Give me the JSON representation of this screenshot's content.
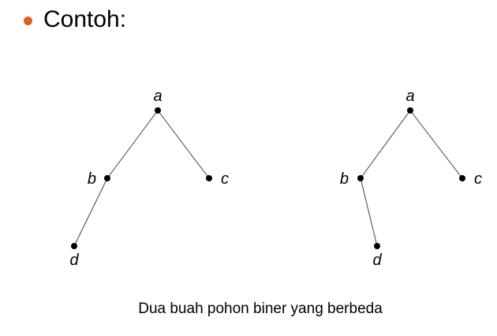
{
  "slide": {
    "heading": "Contoh:",
    "caption": "Dua buah pohon biner yang berbeda",
    "colors": {
      "bullet": "#e0601e",
      "text": "#000000",
      "edge": "#404040"
    }
  },
  "trees": [
    {
      "nodes": [
        {
          "id": "a",
          "label": "a"
        },
        {
          "id": "b",
          "label": "b"
        },
        {
          "id": "c",
          "label": "c"
        },
        {
          "id": "d",
          "label": "d"
        }
      ],
      "edges": [
        [
          "a",
          "b"
        ],
        [
          "a",
          "c"
        ],
        [
          "b",
          "d"
        ]
      ]
    },
    {
      "nodes": [
        {
          "id": "a",
          "label": "a"
        },
        {
          "id": "b",
          "label": "b"
        },
        {
          "id": "c",
          "label": "c"
        },
        {
          "id": "d",
          "label": "d"
        }
      ],
      "edges": [
        [
          "a",
          "b"
        ],
        [
          "a",
          "c"
        ],
        [
          "b",
          "d"
        ]
      ]
    }
  ]
}
